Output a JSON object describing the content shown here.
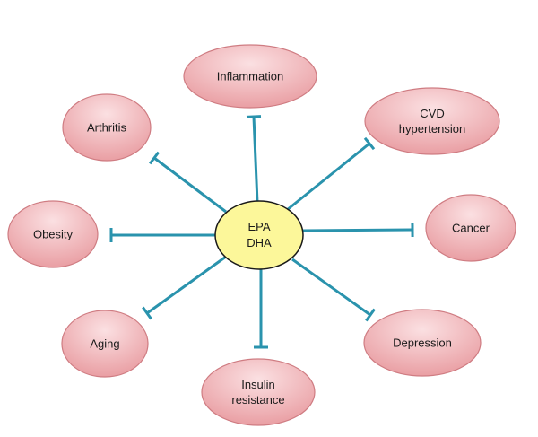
{
  "center": {
    "lines": [
      "EPA",
      "DHA"
    ]
  },
  "colors": {
    "connector": "#2a93ad",
    "node_fill_light": "#fbe0e2",
    "node_fill_dark": "#e89a9f",
    "node_stroke": "#cf7c82",
    "center_fill": "#fcf79a",
    "center_stroke": "#1a1a1a"
  },
  "nodes": [
    {
      "id": "inflammation",
      "lines": [
        "Inflammation"
      ]
    },
    {
      "id": "cvd-hypertension",
      "lines": [
        "CVD",
        "hypertension"
      ]
    },
    {
      "id": "cancer",
      "lines": [
        "Cancer"
      ]
    },
    {
      "id": "depression",
      "lines": [
        "Depression"
      ]
    },
    {
      "id": "insulin-resistance",
      "lines": [
        "Insulin",
        "resistance"
      ]
    },
    {
      "id": "aging",
      "lines": [
        "Aging"
      ]
    },
    {
      "id": "obesity",
      "lines": [
        "Obesity"
      ]
    },
    {
      "id": "arthritis",
      "lines": [
        "Arthritis"
      ]
    }
  ]
}
